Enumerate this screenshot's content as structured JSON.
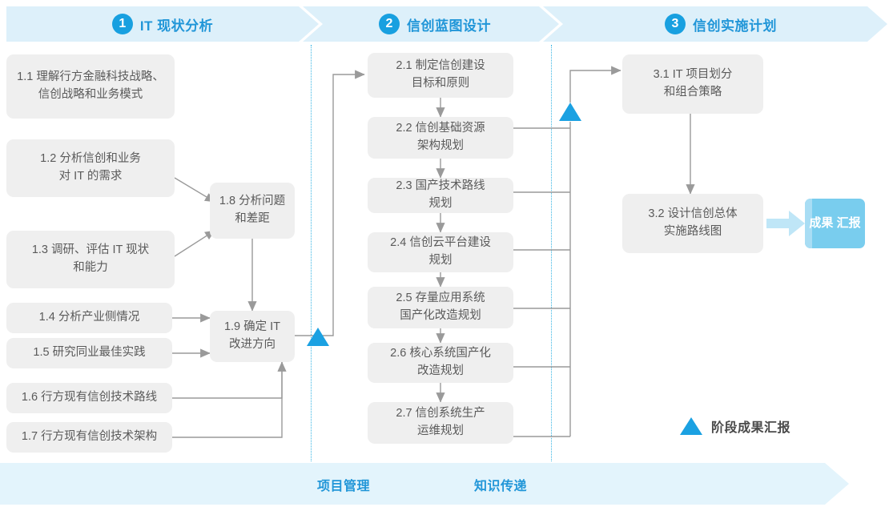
{
  "phases": [
    {
      "number": "1",
      "title": "IT 现状分析"
    },
    {
      "number": "2",
      "title": "信创蓝图设计"
    },
    {
      "number": "3",
      "title": "信创实施计划"
    }
  ],
  "phase1_nodes": [
    {
      "id": "1.1",
      "lines": [
        "1.1 理解行方金融科技战略、",
        "信创战略和业务模式"
      ]
    },
    {
      "id": "1.2",
      "lines": [
        "1.2 分析信创和业务",
        "对 IT 的需求"
      ]
    },
    {
      "id": "1.3",
      "lines": [
        "1.3 调研、评估 IT 现状",
        "和能力"
      ]
    },
    {
      "id": "1.4",
      "lines": [
        "1.4 分析产业侧情况"
      ]
    },
    {
      "id": "1.5",
      "lines": [
        "1.5 研究同业最佳实践"
      ]
    },
    {
      "id": "1.6",
      "lines": [
        "1.6 行方现有信创技术路线"
      ]
    },
    {
      "id": "1.7",
      "lines": [
        "1.7 行方现有信创技术架构"
      ]
    },
    {
      "id": "1.8",
      "lines": [
        "1.8 分析问题",
        "和差距"
      ]
    },
    {
      "id": "1.9",
      "lines": [
        "1.9 确定 IT",
        "改进方向"
      ]
    }
  ],
  "phase2_nodes": [
    {
      "id": "2.1",
      "lines": [
        "2.1 制定信创建设",
        "目标和原则"
      ]
    },
    {
      "id": "2.2",
      "lines": [
        "2.2 信创基础资源",
        "架构规划"
      ]
    },
    {
      "id": "2.3",
      "lines": [
        "2.3 国产技术路线",
        "规划"
      ]
    },
    {
      "id": "2.4",
      "lines": [
        "2.4 信创云平台建设",
        "规划"
      ]
    },
    {
      "id": "2.5",
      "lines": [
        "2.5 存量应用系统",
        "国产化改造规划"
      ]
    },
    {
      "id": "2.6",
      "lines": [
        "2.6 核心系统国产化",
        "改造规划"
      ]
    },
    {
      "id": "2.7",
      "lines": [
        "2.7 信创系统生产",
        "运维规划"
      ]
    }
  ],
  "phase3_nodes": [
    {
      "id": "3.1",
      "lines": [
        "3.1 IT 项目划分",
        "和组合策略"
      ]
    },
    {
      "id": "3.2",
      "lines": [
        "3.2 设计信创总体",
        "实施路线图"
      ]
    }
  ],
  "result": {
    "lines": [
      "成果",
      "汇报"
    ]
  },
  "legend": {
    "label": "阶段成果汇报",
    "marker": "triangle-marker"
  },
  "footer": {
    "left_label": "项目管理",
    "right_label": "知识传递"
  },
  "colors": {
    "accent": "#2196D8",
    "badge": "#18A0E0",
    "banner": "#DDF0FA",
    "node_bg": "#EFEFEF",
    "node_text": "#5A5A5A",
    "connector": "#9A9A9A",
    "divider": "#39B6E4",
    "triangle": "#1BA1E2",
    "result_bg": "#79CDEE",
    "result_bar": "#A8DDF4",
    "footer_bg": "#E3F4FC",
    "arrow_big": "#BFE6F7"
  }
}
